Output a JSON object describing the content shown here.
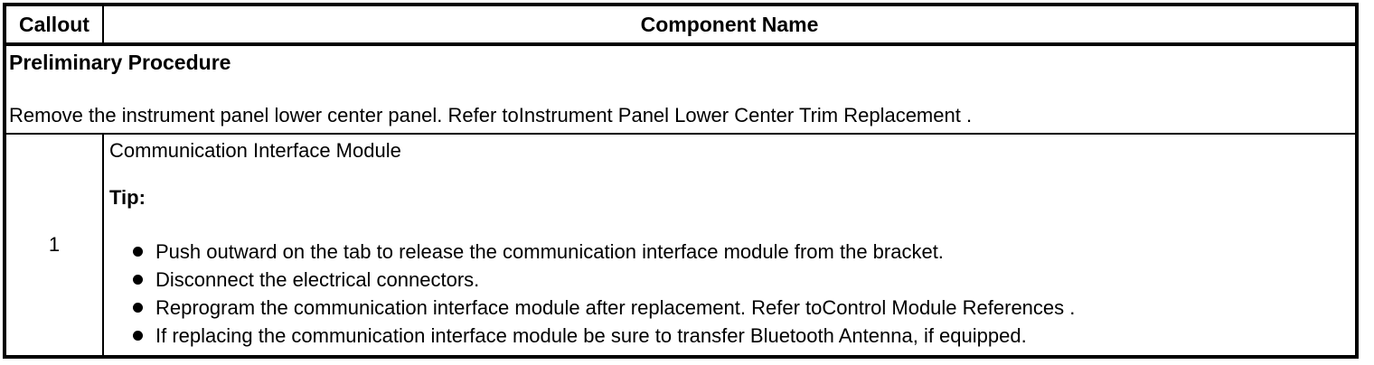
{
  "table": {
    "colors": {
      "border": "#000000",
      "background": "#ffffff",
      "text": "#000000"
    },
    "header": {
      "callout": "Callout",
      "component_name": "Component Name"
    },
    "preliminary": {
      "title": "Preliminary Procedure",
      "text": "Remove the instrument panel lower center panel. Refer toInstrument Panel Lower Center Trim Replacement ."
    },
    "rows": [
      {
        "callout": "1",
        "component": "Communication Interface Module",
        "tip_label": "Tip:",
        "bullets": [
          "Push outward on the tab to release the communication interface module from the bracket.",
          "Disconnect the electrical connectors.",
          "Reprogram the communication interface module after replacement. Refer toControl Module References .",
          "If replacing the communication interface module be sure to transfer Bluetooth Antenna, if equipped."
        ]
      }
    ]
  }
}
